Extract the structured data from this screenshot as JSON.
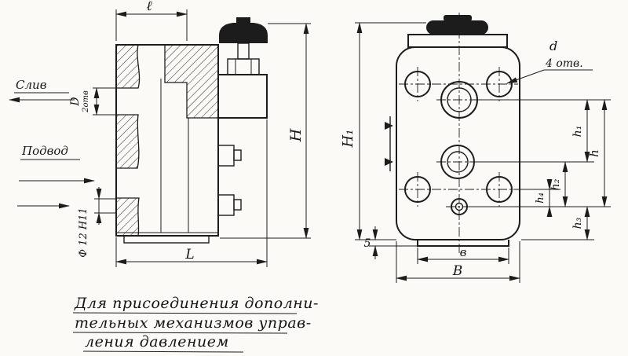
{
  "left_view": {
    "dim_l": "ℓ",
    "dim_H": "H",
    "dim_L": "L",
    "label_sliv": "Слив",
    "label_podvod": "Подвод",
    "dim_D": "D",
    "dim_D_note": "2отв",
    "dim_f12": "Ф 12 Н11"
  },
  "right_view": {
    "dim_H1": "H₁",
    "dim_d": "d",
    "dim_d_note": "4 отв.",
    "dim_h": "h",
    "dim_h1": "h₁",
    "dim_h2": "h₂",
    "dim_h3": "h₃",
    "dim_h4": "h₄",
    "dim_B": "B",
    "dim_v": "в",
    "dim_5": "5"
  },
  "note": {
    "line1": "Для присоединения дополни-",
    "line2": "тельных механизмов управ-",
    "line3": "ления давлением"
  }
}
